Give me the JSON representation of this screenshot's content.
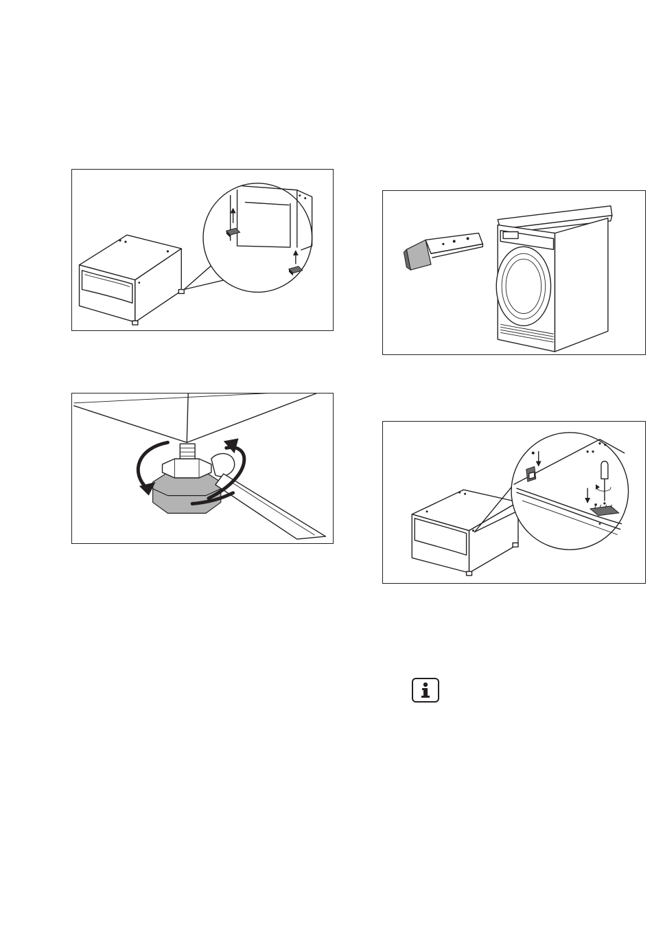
{
  "figures": [
    {
      "id": "plinth-feet",
      "icons": [
        "pedestal-drawer-icon",
        "rubber-foot-icon",
        "arrow-up-icon"
      ]
    },
    {
      "id": "adjust-foot",
      "icons": [
        "adjustable-foot-icon",
        "wrench-icon",
        "rotate-arrow-icon"
      ]
    },
    {
      "id": "dryer-drawer",
      "icons": [
        "dryer-icon",
        "drawer-slide-icon"
      ]
    },
    {
      "id": "fix-bracket",
      "icons": [
        "pedestal-drawer-icon",
        "screwdriver-icon",
        "bracket-icon",
        "arrow-down-icon"
      ]
    }
  ],
  "info_icon": {
    "glyph": "i",
    "icon": "info-icon"
  },
  "colors": {
    "line": "#231f20",
    "shade": "#b3b3b3",
    "background": "#ffffff"
  }
}
